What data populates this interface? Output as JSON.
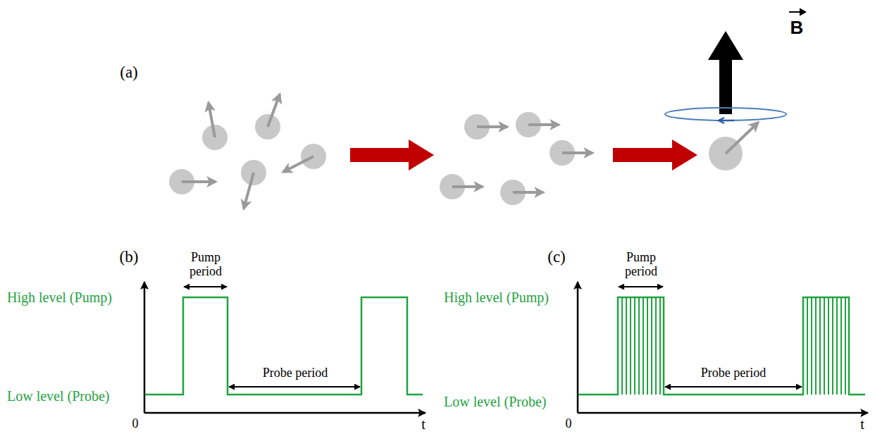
{
  "diagram": {
    "labels": [
      "(a)",
      "B",
      "(b)",
      "Pump period",
      "Probe period",
      "High level (Pump)",
      "Low level (Probe)",
      "0",
      "t",
      "(c)",
      "Pump period",
      "Probe period",
      "High level (Pump)",
      "Low level (Probe)",
      "0",
      "t"
    ]
  }
}
